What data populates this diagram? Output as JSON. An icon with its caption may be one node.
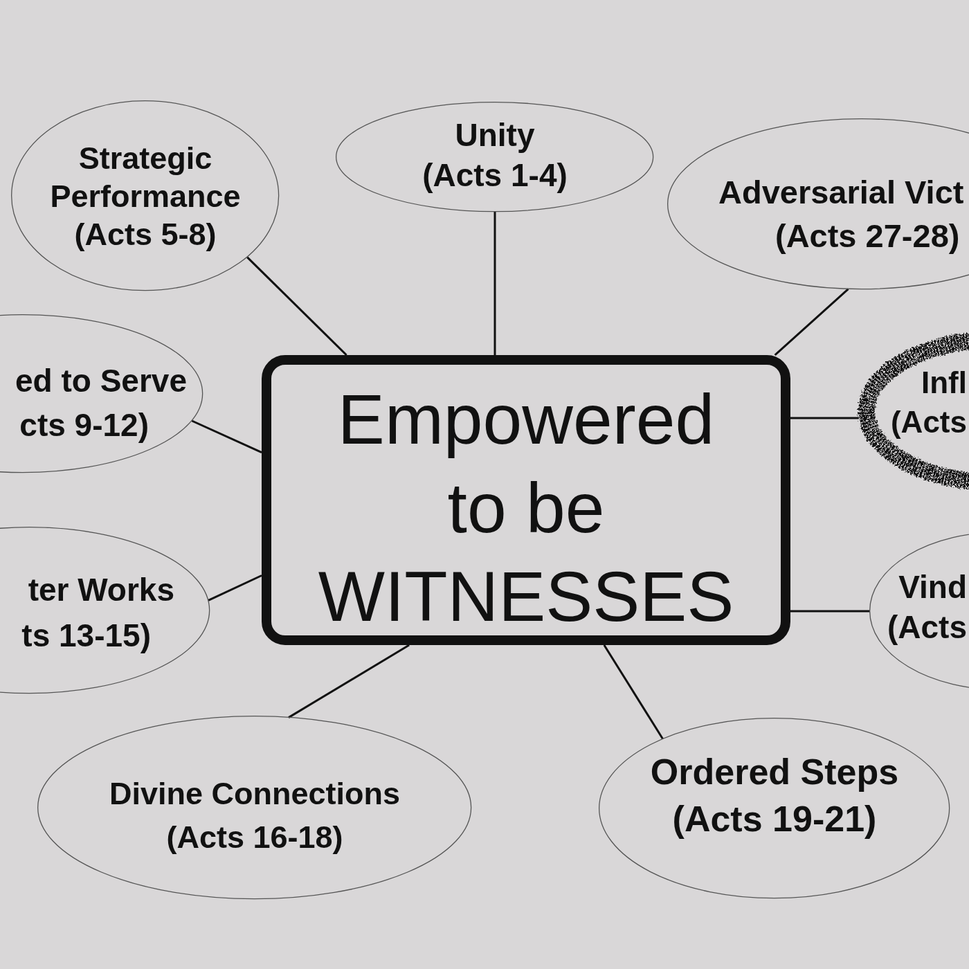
{
  "diagram": {
    "nodes": [
      {
        "text": [
          "Strategic Performance",
          "(Acts 5-8)"
        ]
      },
      {
        "text": [
          "Unity",
          "(Acts 1-4)"
        ]
      },
      {
        "text": [
          "Adversarial Vict",
          "(Acts 27-28)"
        ]
      },
      {
        "text": [
          "ed to Serve",
          "cts 9-12)"
        ]
      },
      {
        "text": [
          "Empowered to be WITNESSES"
        ]
      },
      {
        "text": [
          "Infl",
          "(Acts"
        ]
      },
      {
        "text": [
          "ter Works",
          "ts 13-15)"
        ]
      },
      {
        "text": [
          "Vind",
          "(Acts"
        ]
      },
      {
        "text": [
          "Divine Connections",
          "(Acts 16-18)"
        ]
      },
      {
        "text": [
          "Ordered Steps",
          "(Acts 19-21)"
        ]
      }
    ],
    "edges": [
      {
        "from": 4,
        "to": 0,
        "arrow": "none"
      },
      {
        "from": 4,
        "to": 1,
        "arrow": "none"
      },
      {
        "from": 4,
        "to": 2,
        "arrow": "none"
      },
      {
        "from": 4,
        "to": 3,
        "arrow": "none"
      },
      {
        "from": 4,
        "to": 5,
        "arrow": "none"
      },
      {
        "from": 4,
        "to": 6,
        "arrow": "none"
      },
      {
        "from": 4,
        "to": 7,
        "arrow": "none"
      },
      {
        "from": 4,
        "to": 8,
        "arrow": "none"
      },
      {
        "from": 4,
        "to": 9,
        "arrow": "none"
      }
    ]
  }
}
